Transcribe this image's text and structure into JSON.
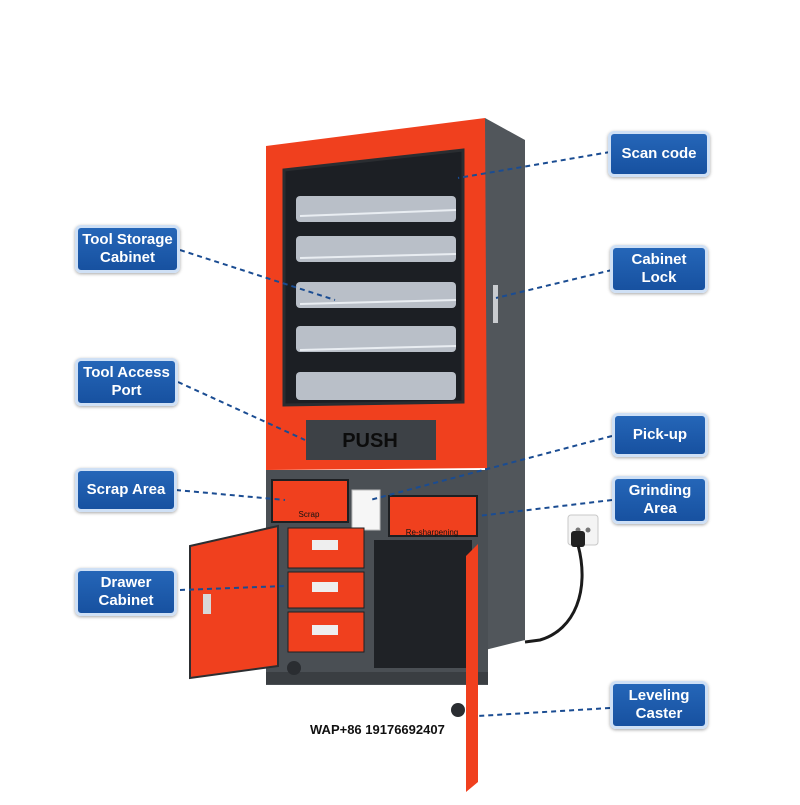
{
  "callouts": {
    "scan_code": "Scan code",
    "tool_storage_cabinet": "Tool Storage\nCabinet",
    "cabinet_lock": "Cabinet\nLock",
    "tool_access_port": "Tool Access\nPort",
    "pick_up": "Pick-up",
    "scrap_area": "Scrap Area",
    "grinding_area": "Grinding\nArea",
    "drawer_cabinet": "Drawer\nCabinet",
    "leveling_caster": "Leveling\nCaster"
  },
  "machine_labels": {
    "push": "PUSH",
    "scrap": "Scrap",
    "re_sharpening": "Re-sharpening"
  },
  "contact": "WAP+86 19176692407",
  "colors": {
    "cabinet_orange": "#f0401e",
    "cabinet_gray": "#4d5257",
    "callout_blue": "#1c5aa8",
    "leader_line": "#1a4c92"
  }
}
